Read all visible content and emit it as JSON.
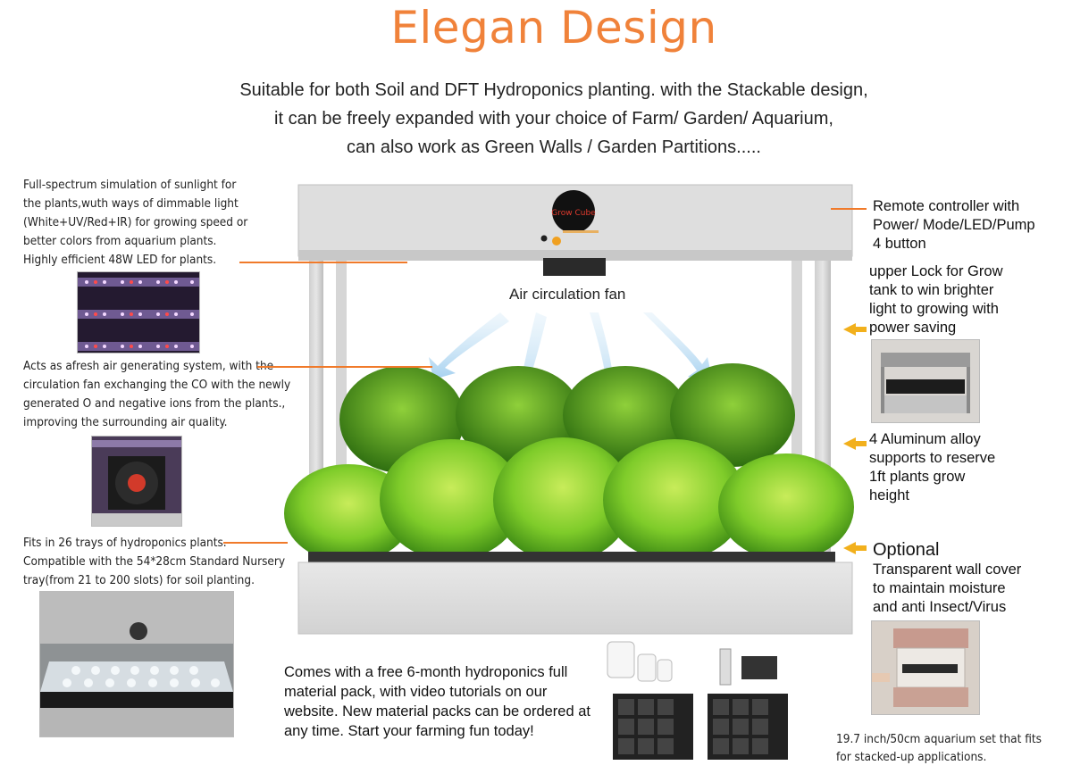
{
  "heading": "Elegan Design",
  "subtitle": {
    "line1": "Suitable for both Soil and DFT Hydroponics planting. with the Stackable design,",
    "line2": "it can be freely expanded with your choice of Farm/ Garden/ Aquarium,",
    "line3": "can also work as Green Walls / Garden Partitions....."
  },
  "left_notes": {
    "light": [
      "Full-spectrum simulation of sunlight for",
      "the plants,wuth ways of dimmable light",
      "(White+UV/Red+IR) for growing speed or",
      "better colors from aquarium plants.",
      "Highly efficient 48W LED for plants."
    ],
    "air": [
      "Acts as afresh air generating system, with the",
      "circulation fan exchanging the CO with the newly",
      "generated O and negative ions from the plants.,",
      "improving the surrounding air quality."
    ],
    "trays": [
      "Fits in 26 trays of hydroponics plants.",
      "Compatible with the 54*28cm Standard Nursery",
      "tray(from 21 to 200 slots) for soil planting."
    ]
  },
  "device": {
    "brand": "Grow Cube",
    "fan_label": "Air circulation fan"
  },
  "right_notes": {
    "remote": [
      "Remote controller with",
      "Power/ Mode/LED/Pump",
      "4 button"
    ],
    "lock": [
      "upper Lock for Grow",
      "tank to win brighter",
      "light to growing with",
      "power saving"
    ],
    "supports": [
      "4 Aluminum alloy",
      "supports to reserve",
      "1ft plants grow",
      "height"
    ],
    "optional_title": "Optional",
    "optional": [
      "Transparent wall cover",
      "to maintain moisture",
      "and anti Insect/Virus"
    ],
    "aquarium": [
      "19.7 inch/50cm aquarium set that fits",
      "for stacked-up applications."
    ]
  },
  "pack_text": [
    "Comes with a free 6-month hydroponics full",
    "material pack, with video tutorials on our",
    "website. New material packs can be ordered at",
    "any time. Start your farming fun today!"
  ],
  "colors": {
    "accent": "#f0823a",
    "arrow": "#f2b01c"
  }
}
